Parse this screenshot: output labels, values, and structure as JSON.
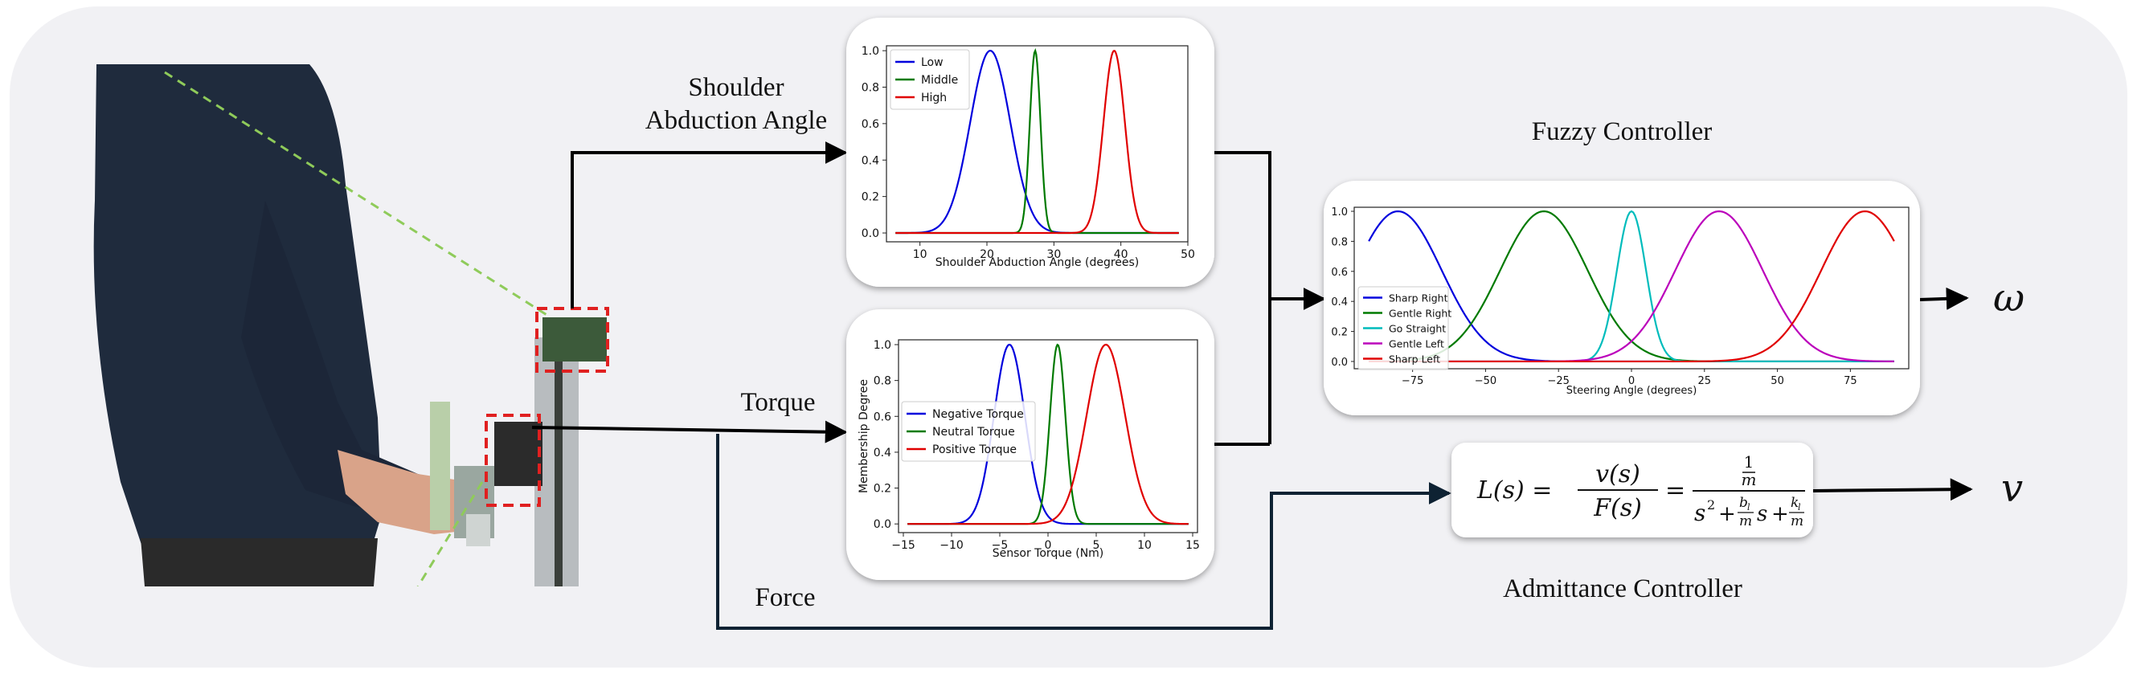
{
  "labels": {
    "shoulder_line1": "Shoulder",
    "shoulder_line2": "Abduction Angle",
    "torque": "Torque",
    "force": "Force",
    "fuzzy_controller": "Fuzzy Controller",
    "admittance_controller": "Admittance Controller",
    "omega": "ω",
    "v": "v"
  },
  "colors": {
    "background": "#f1f1f4",
    "arrow": "#000000",
    "force_line": "#0e2233",
    "detection_box": "#e02020",
    "body_line": "#8fcb5a",
    "blue": "#0000dd",
    "green": "#007a00",
    "red": "#e00000",
    "cyan": "#00bcbc",
    "magenta": "#bb00bb"
  },
  "icons": {
    "photo": "person-with-handle-device",
    "output_arrows": "arrow-right-icon"
  },
  "equation": {
    "lhs": "L(s) =",
    "ratio_num": "v(s)",
    "ratio_den": "F(s)",
    "equals": "=",
    "tf_num": "1",
    "tf_num_den": "m",
    "tf_den_s2": "s",
    "tf_den_plus1": "+",
    "tf_b": "b",
    "tf_b_sub": "l",
    "tf_m1": "m",
    "tf_s": "s",
    "tf_plus2": "+",
    "tf_k": "k",
    "tf_k_sub": "l",
    "tf_m2": "m"
  },
  "chart_data": [
    {
      "type": "line",
      "id": "shoulder",
      "xlabel": "Shoulder Abduction Angle (degrees)",
      "ylabel": "",
      "xlim": [
        5,
        50
      ],
      "ylim": [
        0,
        1
      ],
      "xticks": [
        10,
        20,
        30,
        40,
        50
      ],
      "yticks": [
        0.0,
        0.2,
        0.4,
        0.6,
        0.8,
        1.0
      ],
      "ytick_labels": [
        "0.0",
        "0.2",
        "0.4",
        "0.6",
        "0.8",
        "1.0"
      ],
      "legend_position": "top-left",
      "series": [
        {
          "name": "Low",
          "color": "#0000dd",
          "mean": 20.5,
          "sigma": 3.0
        },
        {
          "name": "Middle",
          "color": "#007a00",
          "mean": 27.2,
          "sigma": 0.8
        },
        {
          "name": "High",
          "color": "#e00000",
          "mean": 39.0,
          "sigma": 1.6
        }
      ]
    },
    {
      "type": "line",
      "id": "torque",
      "xlabel": "Sensor Torque (Nm)",
      "ylabel": "Membership Degree",
      "xlim": [
        -15.5,
        15.5
      ],
      "ylim": [
        0,
        1
      ],
      "xticks": [
        -15,
        -10,
        -5,
        0,
        5,
        10,
        15
      ],
      "xtick_labels": [
        "−15",
        "−10",
        "−5",
        "0",
        "5",
        "10",
        "15"
      ],
      "yticks": [
        0.0,
        0.2,
        0.4,
        0.6,
        0.8,
        1.0
      ],
      "ytick_labels": [
        "0.0",
        "0.2",
        "0.4",
        "0.6",
        "0.8",
        "1.0"
      ],
      "legend_position": "center-left",
      "series": [
        {
          "name": "Negative Torque",
          "color": "#0000dd",
          "mean": -4.0,
          "sigma": 1.6
        },
        {
          "name": "Neutral Torque",
          "color": "#007a00",
          "mean": 1.0,
          "sigma": 0.8
        },
        {
          "name": "Positive Torque",
          "color": "#e00000",
          "mean": 6.0,
          "sigma": 2.0
        }
      ]
    },
    {
      "type": "line",
      "id": "steering",
      "xlabel": "Steering Angle (degrees)",
      "ylabel": "",
      "xlim": [
        -95,
        95
      ],
      "ylim": [
        0,
        1
      ],
      "xticks": [
        -75,
        -50,
        -25,
        0,
        25,
        50,
        75
      ],
      "xtick_labels": [
        "−75",
        "−50",
        "−25",
        "0",
        "25",
        "50",
        "75"
      ],
      "yticks": [
        0.0,
        0.2,
        0.4,
        0.6,
        0.8,
        1.0
      ],
      "ytick_labels": [
        "0.0",
        "0.2",
        "0.4",
        "0.6",
        "0.8",
        "1.0"
      ],
      "legend_position": "center-left",
      "series": [
        {
          "name": "Sharp Right",
          "color": "#0000dd",
          "mean": -80,
          "sigma": 15
        },
        {
          "name": "Gentle Right",
          "color": "#007a00",
          "mean": -30,
          "sigma": 15
        },
        {
          "name": "Go Straight",
          "color": "#00bcbc",
          "mean": 0,
          "sigma": 5
        },
        {
          "name": "Gentle Left",
          "color": "#bb00bb",
          "mean": 30,
          "sigma": 15
        },
        {
          "name": "Sharp Left",
          "color": "#e00000",
          "mean": 80,
          "sigma": 15
        }
      ],
      "x_range": [
        -90,
        90
      ]
    }
  ]
}
